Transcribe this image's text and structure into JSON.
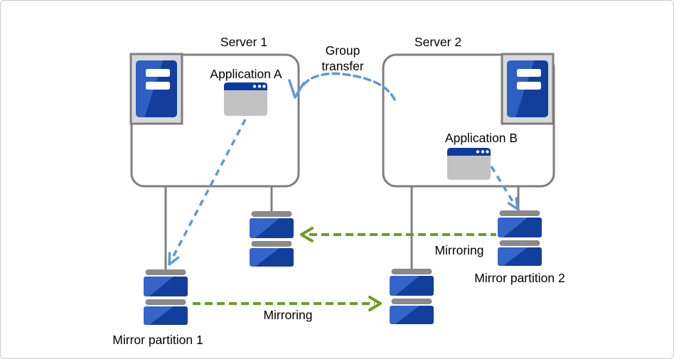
{
  "diagram": {
    "server1": {
      "label": "Server 1",
      "application": "Application A"
    },
    "server2": {
      "label": "Server 2",
      "application": "Application B"
    },
    "arrows": {
      "group_transfer_line1": "Group",
      "group_transfer_line2": "transfer",
      "mirroring_upper": "Mirroring",
      "mirroring_lower": "Mirroring"
    },
    "partitions": {
      "mirror1": "Mirror partition 1",
      "mirror2": "Mirror partition 2"
    },
    "colors": {
      "box_border_gray": "#7f7f7f",
      "disk_blue_light": "#3465cb",
      "disk_blue_dark": "#123f9c",
      "disk_cap_gray": "#8a8a8a",
      "server_icon_frame_gray": "#d9d9d9",
      "app_titlebar_blue": "#0b3aa0",
      "app_body_gray": "#c2c2c2",
      "transfer_arrow_blue": "#5b9bd5",
      "mirroring_arrow_green": "#6b9e20",
      "label_text": "#000000"
    }
  }
}
